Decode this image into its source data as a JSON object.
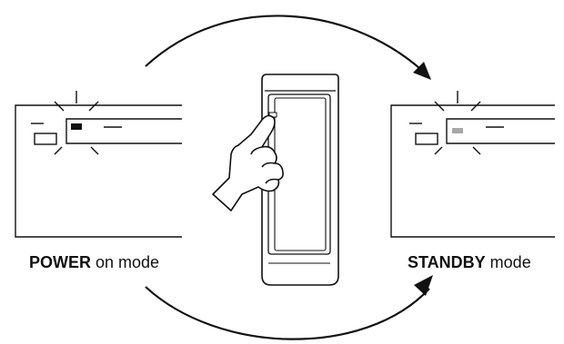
{
  "captions": {
    "power_bold": "POWER",
    "power_rest": " on mode",
    "standby_bold": "STANDBY",
    "standby_rest": " mode"
  },
  "colors": {
    "line": "#111111",
    "power_indicator_lit": "#111111",
    "standby_indicator": "#a8a8a8",
    "background": "#ffffff"
  },
  "icons": [
    "curved-arrow-icon",
    "hand-pointer-icon",
    "remote-control-icon"
  ]
}
